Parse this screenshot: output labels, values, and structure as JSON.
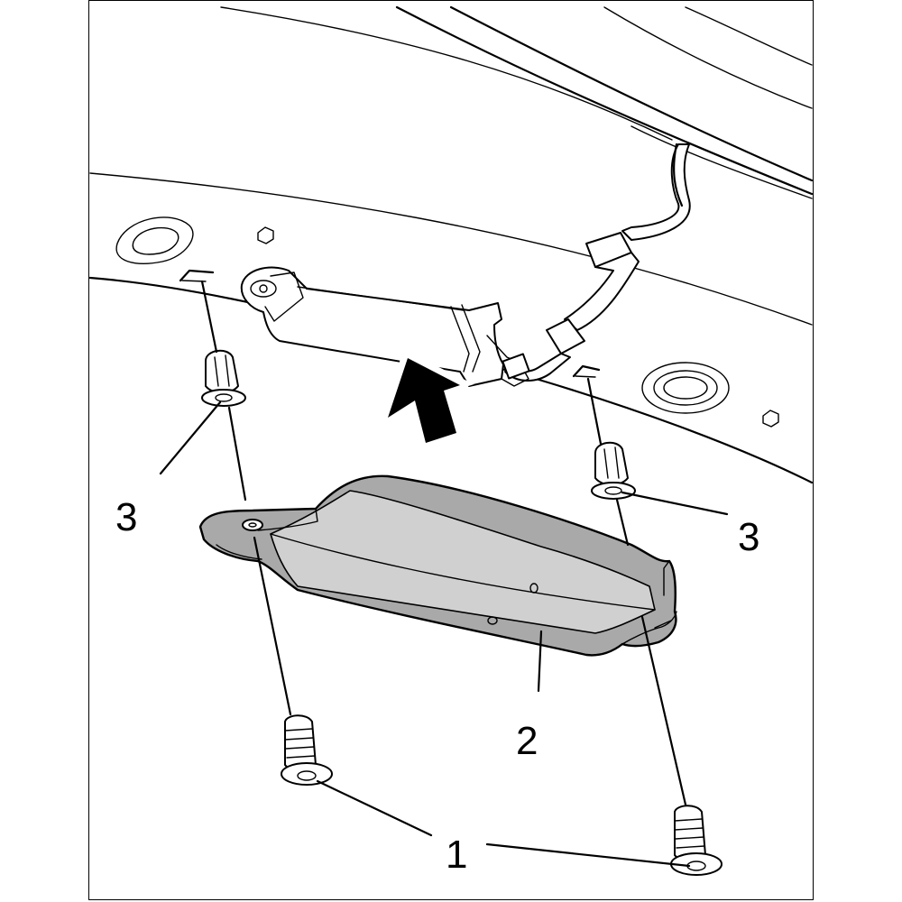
{
  "figure": {
    "callouts": [
      {
        "id": "callout-3-left",
        "text": "3"
      },
      {
        "id": "callout-3-right",
        "text": "3"
      },
      {
        "id": "callout-2",
        "text": "2"
      },
      {
        "id": "callout-1",
        "text": "1"
      }
    ],
    "colors": {
      "line": "#000000",
      "part_fill": "#a9a9a9",
      "background": "#ffffff"
    },
    "icons": {
      "direction_arrow": "up-arrow-icon"
    }
  }
}
